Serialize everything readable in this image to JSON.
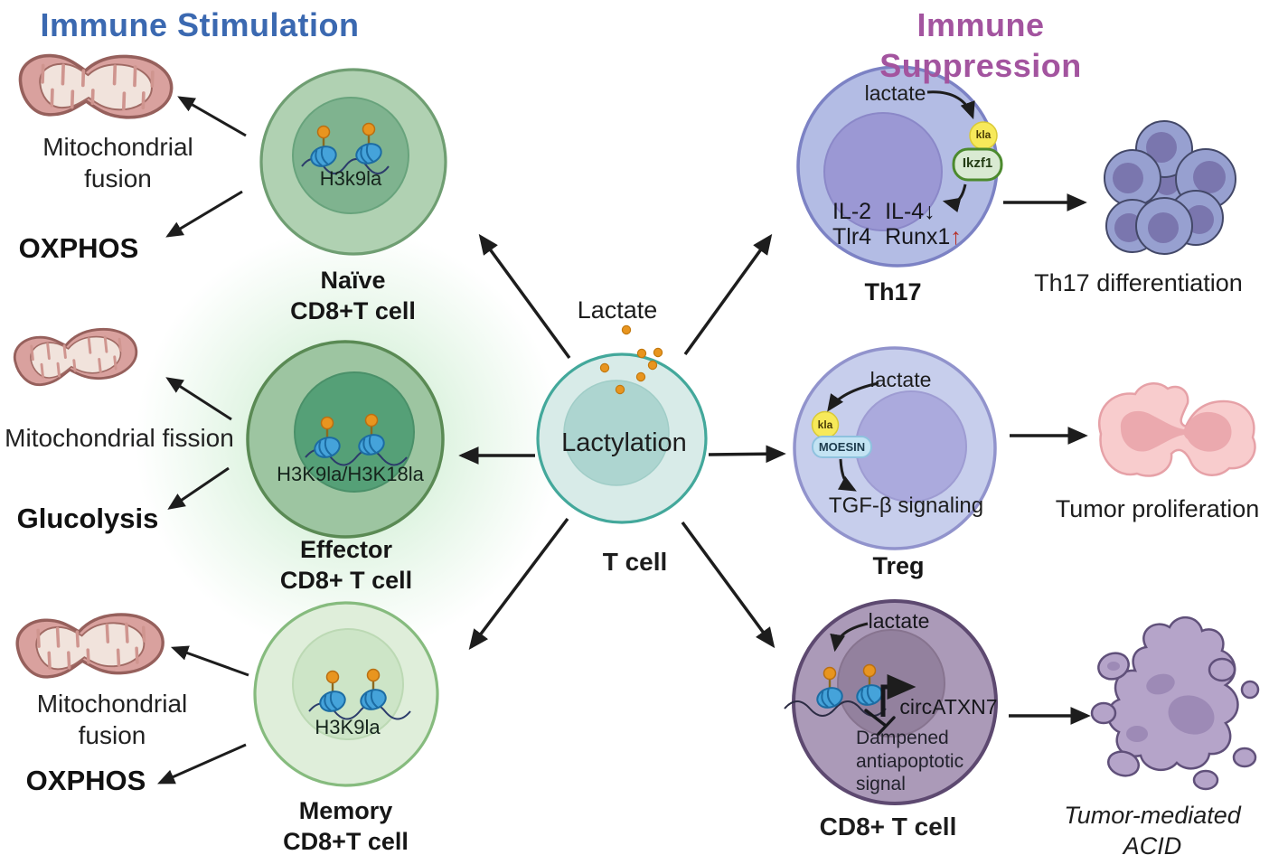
{
  "headers": {
    "stimulation": "Immune Stimulation",
    "suppression": "Immune Suppression"
  },
  "colors": {
    "stimulation_header": "#3b69b1",
    "suppression_header": "#a3549f",
    "upregulated_arrow": "#b6322b",
    "center_cell_border": "#43a89b",
    "lactate_dot": "#e8951f"
  },
  "left": {
    "naive": {
      "process_top": "Mitochondrial fusion",
      "process_bottom": "OXPHOS",
      "histone": "H3k9la",
      "name": "Naïve\nCD8+T cell"
    },
    "effector": {
      "process_top": "Mitochondrial fission",
      "process_bottom": "Glucolysis",
      "histone": "H3K9la/H3K18la",
      "name": "Effector\nCD8+ T cell"
    },
    "memory": {
      "process_top": "Mitochondrial fusion",
      "process_bottom": "OXPHOS",
      "histone": "H3K9la",
      "name": "Memory\nCD8+T cell"
    }
  },
  "center": {
    "lactate": "Lactate",
    "process": "Lactylation",
    "cell": "T cell"
  },
  "right": {
    "th17": {
      "lactate": "lactate",
      "kla": "kla",
      "tf": "Ikzf1",
      "gene1a": "IL-2",
      "gene1b": "IL-4",
      "gene1_arrow": "↓",
      "gene2a": "Tlr4",
      "gene2b": "Runx1",
      "gene2_arrow": "↑",
      "name": "Th17",
      "outcome": "Th17 differentiation"
    },
    "treg": {
      "lactate": "lactate",
      "kla": "kla",
      "protein": "MOESIN",
      "signal": "TGF-β signaling",
      "name": "Treg",
      "outcome": "Tumor proliferation"
    },
    "cd8": {
      "lactate": "lactate",
      "gene": "circATXN7",
      "effect": "Dampened\nantiapoptotic\nsignal",
      "name": "CD8+ T cell",
      "outcome": "Tumor-mediated ACID"
    }
  }
}
